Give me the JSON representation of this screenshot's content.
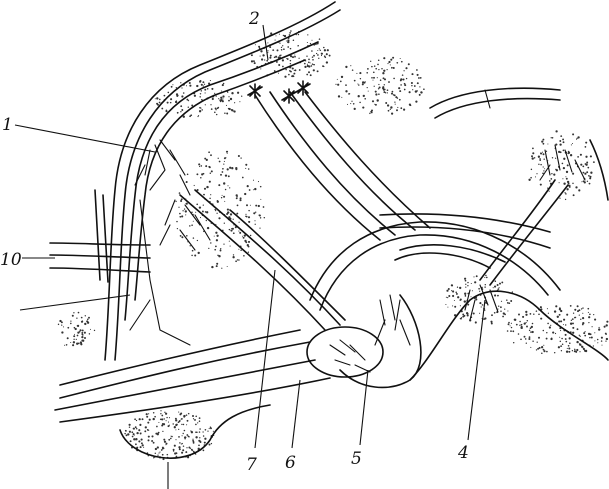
{
  "labels": {
    "l1": "1",
    "l2": "2",
    "l4": "4",
    "l5": "5",
    "l6": "6",
    "l7": "7",
    "l10": "10"
  }
}
